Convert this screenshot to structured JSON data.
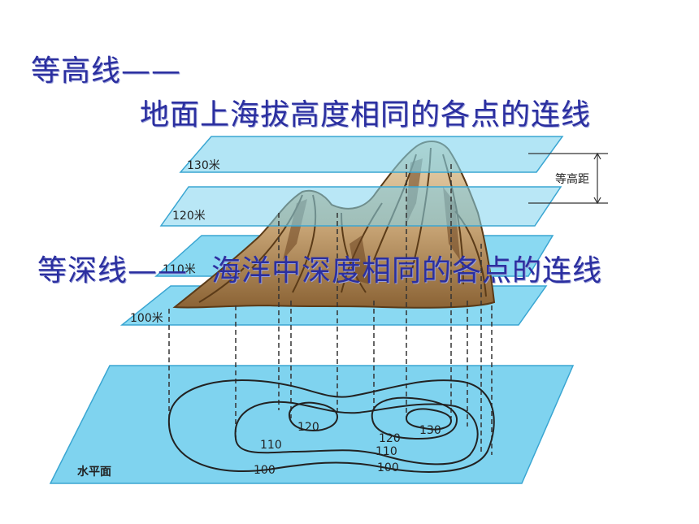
{
  "headings": {
    "contour_term": "等高线",
    "contour_definition": "地面上海拔高度相同的各点的连线",
    "isobath_term": "等深线",
    "isobath_definition": "海洋中深度相同的各点的连线"
  },
  "diagram": {
    "plane_labels": [
      "130米",
      "120米",
      "110米",
      "100米"
    ],
    "interval_label": "等高距",
    "base_label": "水平面",
    "contour_values": [
      "100",
      "110",
      "120",
      "130",
      "120",
      "110",
      "100"
    ]
  },
  "colors": {
    "plane_fill": "#7fd3ef",
    "plane_edge": "#3aa6d2",
    "mountain": "#c9a677",
    "mountain_dark": "#5b3b18",
    "heading_text": "#2b2fa0"
  }
}
